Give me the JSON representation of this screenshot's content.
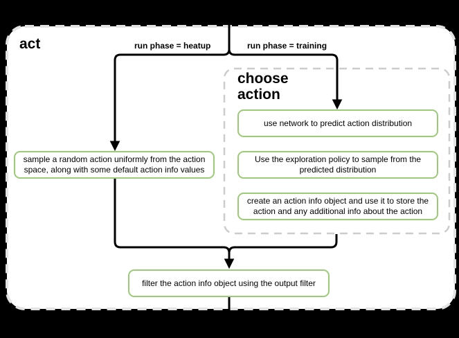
{
  "diagram": {
    "title": "act",
    "labels": {
      "heatup": "run phase = heatup",
      "training": "run phase = training"
    },
    "group": {
      "title": "choose action"
    },
    "nodes": {
      "sample_random": "sample a random action uniformly from the action space, along with some default action info values",
      "use_network": "use network to predict action distribution",
      "exploration_policy": "Use the exploration policy to sample from the predicted distribution",
      "create_action_info": "create an action info object and use it to store the action and any additional info about the action",
      "filter_output": "filter the action info object using the output filter"
    },
    "colors": {
      "background": "#000000",
      "container_fill": "#ffffff",
      "container_border": "#e3e3e3",
      "group_border": "#cccccc",
      "node_border": "#9bcb77",
      "connector": "#000000",
      "text": "#000000"
    }
  }
}
